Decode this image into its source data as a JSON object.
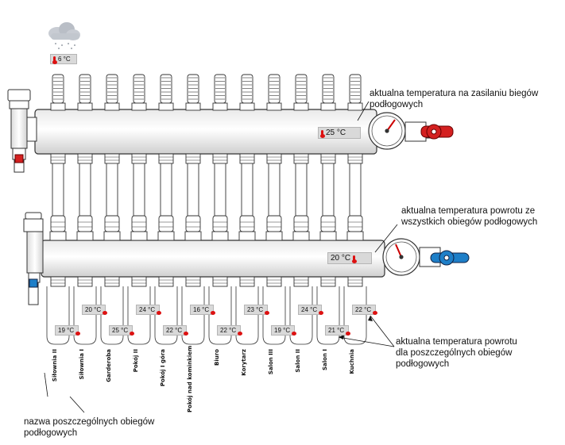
{
  "outdoor": {
    "temp_label": "6 °C",
    "cloud_icon": "cloud-snow-icon"
  },
  "supply": {
    "temp_label": "25 °C",
    "caption": "aktualna temperatura na zasilaniu biegów podłogowych",
    "valve_color": "#d42020"
  },
  "return": {
    "temp_label": "20 °C",
    "caption": "aktualna temperatura powrotu ze wszystkich obiegów podłogowych",
    "valve_color": "#1e7fc8"
  },
  "loops_caption": "aktualna temperatura powrotu dla poszczególnych obiegów podłogowych",
  "names_caption": "nazwa poszczególnych obiegów podłogowych",
  "circuits": [
    {
      "name": "Siłownia II",
      "temp": "19 °C",
      "row": "low"
    },
    {
      "name": "Siłownia I",
      "temp": "20 °C",
      "row": "high"
    },
    {
      "name": "Garderoba",
      "temp": "25 °C",
      "row": "low"
    },
    {
      "name": "Pokój II",
      "temp": "24 °C",
      "row": "high"
    },
    {
      "name": "Pokój I góra",
      "temp": "22 °C",
      "row": "low"
    },
    {
      "name": "Pokój nad kominkiem",
      "temp": "16 °C",
      "row": "high"
    },
    {
      "name": "Biuro",
      "temp": "22 °C",
      "row": "low"
    },
    {
      "name": "Korytarz",
      "temp": "23 °C",
      "row": "high"
    },
    {
      "name": "Salon III",
      "temp": "19 °C",
      "row": "low"
    },
    {
      "name": "Salon II",
      "temp": "24 °C",
      "row": "high"
    },
    {
      "name": "Salon I",
      "temp": "21 °C",
      "row": "low"
    },
    {
      "name": "Kuchnia",
      "temp": "22 °C",
      "row": "high"
    }
  ]
}
